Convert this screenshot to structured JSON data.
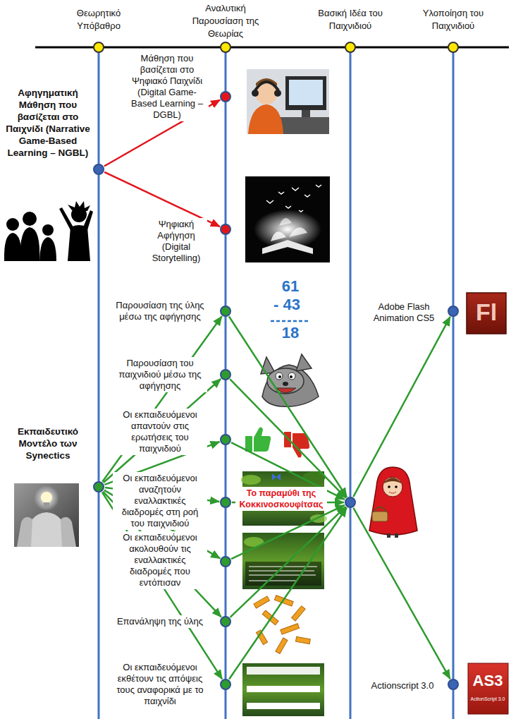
{
  "diagram": {
    "nodes": [
      {
        "text": [
          "Αφηγηματική Μάθηση που βασίζεται στο Παιχνίδι (Narrative Game-Based Learning – NGBL)"
        ]
      },
      {
        "text": [
          "Μάθηση που βασίζεται στο Ψηφιακό Παιχνίδι (Digital Game-Based Learning – DGBL)"
        ]
      },
      {
        "text": [
          "Ψηφιακή Αφήγηση (Digital Storytelling)"
        ]
      },
      {
        "text": [
          "Εκπαιδευτικό Μοντέλο των Synectics"
        ]
      },
      {
        "text": [
          "Παρουσίαση της ύλης μέσω της αφήγησης"
        ]
      },
      {
        "text": [
          "Παρουσίαση του παιχνιδιού μέσω της αφήγησης"
        ]
      },
      {
        "text": [
          "Οι εκπαιδευόμενοι απαντούν στις ερωτήσεις του παιχνιδιού"
        ]
      },
      {
        "text": [
          "Οι εκπαιδευόμενοι αναζητούν εναλλακτικές διαδρομές στη ροή του παιχνιδιού"
        ]
      },
      {
        "text": [
          "Οι εκπαιδευόμενοι ακολουθούν τις εναλλακτικές διαδρομές που εντόπισαν"
        ]
      },
      {
        "text": [
          "Επανάληψη της ύλης"
        ]
      },
      {
        "text": [
          "Οι εκπαιδευόμενοι εκθέτουν τις απόψεις τους αναφορικά με το παιχνίδι"
        ]
      },
      {
        "text": [
          "Το παραμύθι της Κοκκινοσκουφίτσας"
        ]
      },
      {
        "text": [
          "Adobe Flash Animation CS5"
        ]
      },
      {
        "text": [
          "Actionscript 3.0"
        ]
      }
    ],
    "edges": [
      {
        "from": 0,
        "to": 1,
        "arrow": "to"
      },
      {
        "from": 0,
        "to": 2,
        "arrow": "to"
      },
      {
        "from": 3,
        "to": 4,
        "arrow": "to"
      },
      {
        "from": 3,
        "to": 5,
        "arrow": "to"
      },
      {
        "from": 3,
        "to": 6,
        "arrow": "to"
      },
      {
        "from": 3,
        "to": 7,
        "arrow": "to"
      },
      {
        "from": 3,
        "to": 8,
        "arrow": "to"
      },
      {
        "from": 3,
        "to": 9,
        "arrow": "to"
      },
      {
        "from": 3,
        "to": 10,
        "arrow": "to"
      },
      {
        "from": 4,
        "to": 11,
        "arrow": "to"
      },
      {
        "from": 5,
        "to": 11,
        "arrow": "to"
      },
      {
        "from": 6,
        "to": 11,
        "arrow": "to"
      },
      {
        "from": 7,
        "to": 11,
        "arrow": "to"
      },
      {
        "from": 8,
        "to": 11,
        "arrow": "to"
      },
      {
        "from": 9,
        "to": 11,
        "arrow": "to"
      },
      {
        "from": 10,
        "to": 11,
        "arrow": "to"
      },
      {
        "from": 11,
        "to": 12,
        "arrow": "to"
      },
      {
        "from": 11,
        "to": 13,
        "arrow": "to"
      }
    ],
    "labels": [
      "Θεωρητικό Υπόβαθρο",
      "Αναλυτική Παρουσίαση της Θεωρίας",
      "Βασική Ιδέα του Παιχνιδιού",
      "Υλοποίηση του Παιχνιδιού",
      "61",
      "- 43",
      "18",
      "Fl",
      "AS3",
      "ActionScript 3.0"
    ]
  }
}
